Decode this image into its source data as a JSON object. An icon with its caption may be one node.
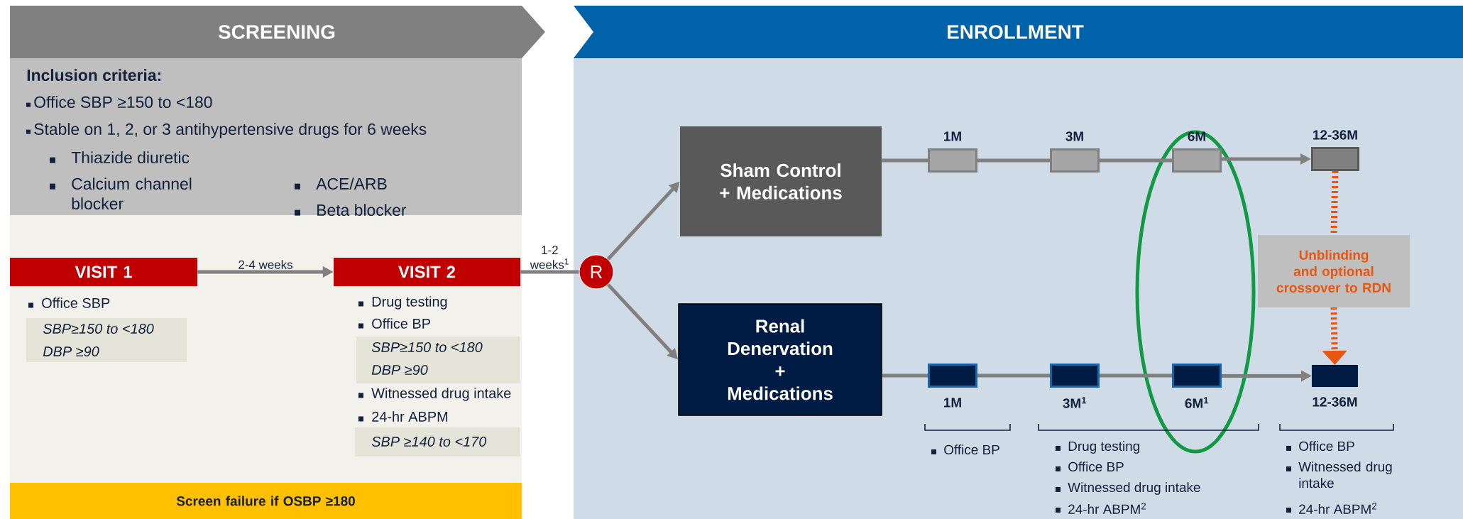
{
  "diagram": {
    "nodes": [
      {
        "text": [
          "SCREENING"
        ]
      },
      {
        "text": [
          "ENROLLMENT"
        ]
      },
      {
        "text": [
          "Inclusion criteria:",
          "Office SBP ≥150 to <180",
          "Stable on 1, 2, or 3 antihypertensive drugs for 6 weeks",
          "Thiazide diuretic",
          "Calcium channel blocker",
          "ACE/ARB",
          "Beta blocker"
        ]
      },
      {
        "text": [
          "VISIT 1"
        ],
        "beside": [
          "Office SBP"
        ]
      },
      {
        "text": [
          "SBP≥150 to <180",
          "DBP ≥90"
        ]
      },
      {
        "text": [
          "VISIT 2"
        ],
        "beside": [
          "Drug testing",
          "Office BP",
          "Witnessed drug intake",
          "24-hr ABPM"
        ]
      },
      {
        "text": [
          "SBP≥150 to <180",
          "DBP ≥90"
        ]
      },
      {
        "text": [
          "SBP ≥140 to <170"
        ]
      },
      {
        "text": [
          "Screen failure if OSBP ≥180"
        ]
      },
      {
        "text": [
          "R"
        ]
      },
      {
        "text": [
          "Sham Control + Medications"
        ]
      },
      {
        "text": [
          "Renal Denervation + Medications"
        ]
      },
      {
        "text": [],
        "shape": "box",
        "beside": [
          "1M"
        ]
      },
      {
        "text": [],
        "shape": "box",
        "beside": [
          "3M"
        ]
      },
      {
        "text": [],
        "shape": "box",
        "beside": [
          "6M"
        ]
      },
      {
        "text": [],
        "shape": "box",
        "beside": [
          "12-36M"
        ]
      },
      {
        "text": [],
        "shape": "box",
        "beside": [
          "1M"
        ]
      },
      {
        "text": [],
        "shape": "box",
        "beside": [
          "3M$^{1}$"
        ]
      },
      {
        "text": [],
        "shape": "box",
        "beside": [
          "6M$^{1}$"
        ]
      },
      {
        "text": [],
        "shape": "box",
        "beside": [
          "12-36M"
        ]
      },
      {
        "text": [
          "Unblinding and optional crossover to RDN"
        ]
      }
    ],
    "edges": [
      {
        "from": 3,
        "to": 5,
        "arrow": "to",
        "label": "2-4 weeks"
      },
      {
        "from": 5,
        "to": 9,
        "arrow": "none",
        "label": "1-2 weeks$^{1}$"
      },
      {
        "from": 9,
        "to": 10,
        "arrow": "to"
      },
      {
        "from": 9,
        "to": 11,
        "arrow": "to"
      },
      {
        "from": 10,
        "to": 12,
        "arrow": "none"
      },
      {
        "from": 12,
        "to": 13,
        "arrow": "none"
      },
      {
        "from": 13,
        "to": 14,
        "arrow": "none"
      },
      {
        "from": 14,
        "to": 15,
        "arrow": "to"
      },
      {
        "from": 11,
        "to": 16,
        "arrow": "none"
      },
      {
        "from": 16,
        "to": 17,
        "arrow": "none"
      },
      {
        "from": 17,
        "to": 18,
        "arrow": "none"
      },
      {
        "from": 18,
        "to": 19,
        "arrow": "to"
      },
      {
        "from": 15,
        "to": 20,
        "arrow": "none",
        "style": "dashed",
        "color": "#e8560f"
      },
      {
        "from": 20,
        "to": 19,
        "arrow": "to",
        "style": "dashed",
        "color": "#e8560f"
      }
    ],
    "labels": [
      "Office BP",
      "Drug testing",
      "Office BP",
      "Witnessed drug intake",
      "24-hr ABPM$^{2}$",
      "Office BP",
      "Witnessed drug intake",
      "24-hr ABPM$^{2}$"
    ]
  }
}
